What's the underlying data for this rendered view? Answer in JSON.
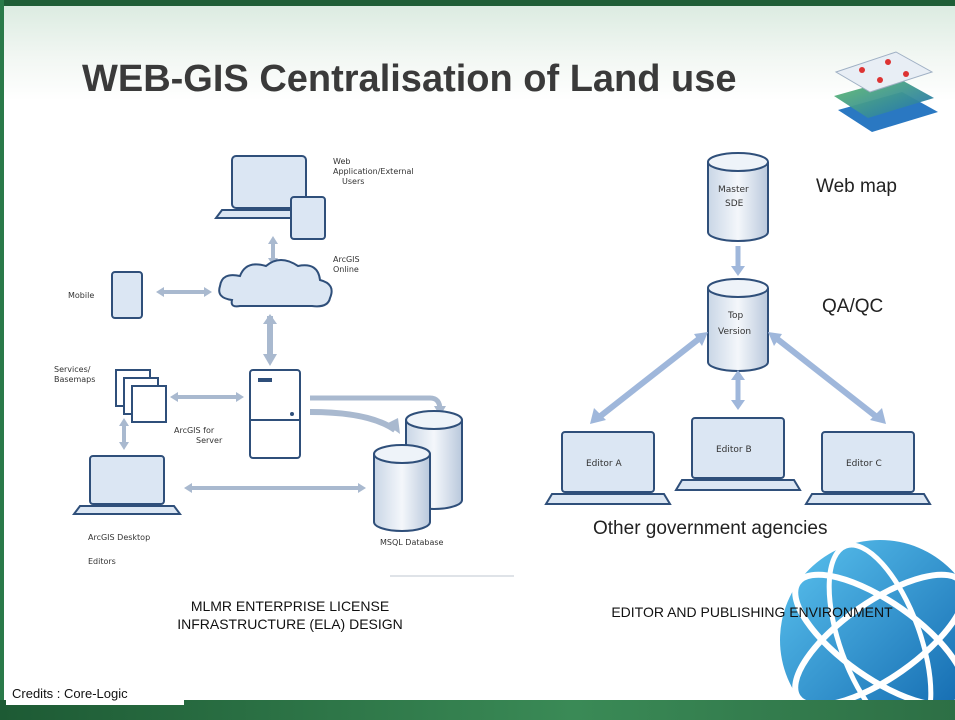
{
  "slide": {
    "title": "WEB-GIS Centralisation of Land use",
    "credits": "Credits : Core-Logic"
  },
  "left_diagram": {
    "web_users": "Web Application/External Users",
    "arcgis_online": "ArcGIS Online",
    "mobile": "Mobile",
    "services": "Services/ Basemaps",
    "arcgis_server": "ArcGIS for Server",
    "desktop_editors": "ArcGIS Desktop Editors",
    "database": "MSQL Database",
    "caption_line1": "MLMR ENTERPRISE LICENSE",
    "caption_line2": "INFRASTRUCTURE (ELA) DESIGN"
  },
  "right_diagram": {
    "master_sde": "Master SDE",
    "top_version": "Top Version",
    "editor_a": "Editor A",
    "editor_b": "Editor B",
    "editor_c": "Editor C",
    "web_map": "Web map",
    "qa_qc": "QA/QC",
    "other_agencies": "Other government agencies",
    "caption": "EDITOR AND PUBLISHING ENVIRONMENT"
  },
  "colors": {
    "accent_green": "#1f5e37",
    "device_blue": "#dbe6f3",
    "arrow_blue": "#9fb7db",
    "title_grey": "#3a3a3a"
  }
}
